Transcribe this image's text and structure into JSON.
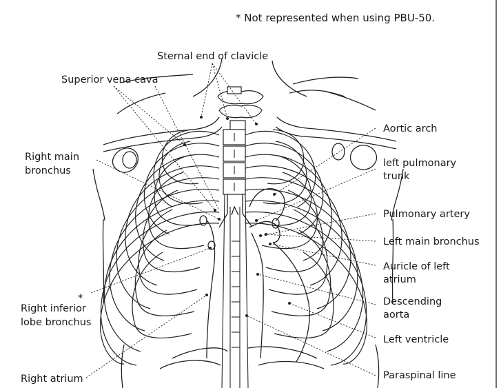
{
  "note": "* Not represented when using PBU-50.",
  "asterisk": "*",
  "labels": {
    "sternal_end_of_clavicle": "Sternal end of clavicle",
    "superior_vena_cava": "Superior vena cava",
    "right_main_bronchus_1": "Right main",
    "right_main_bronchus_2": "bronchus",
    "right_inferior_lobe_bronchus_1": "Right inferior",
    "right_inferior_lobe_bronchus_2": "lobe bronchus",
    "right_atrium": "Right atrium",
    "aortic_arch": "Aortic arch",
    "left_pulmonary_trunk_1": "left pulmonary",
    "left_pulmonary_trunk_2": "trunk",
    "pulmonary_artery": "Pulmonary artery",
    "left_main_bronchus": "Left main bronchus",
    "auricle_of_left_atrium_1": "Auricle of left",
    "auricle_of_left_atrium_2": "atrium",
    "descending_aorta_1": "Descending",
    "descending_aorta_2": "aorta",
    "left_ventricle": "Left ventricle",
    "paraspinal_line": "Paraspinal line"
  }
}
